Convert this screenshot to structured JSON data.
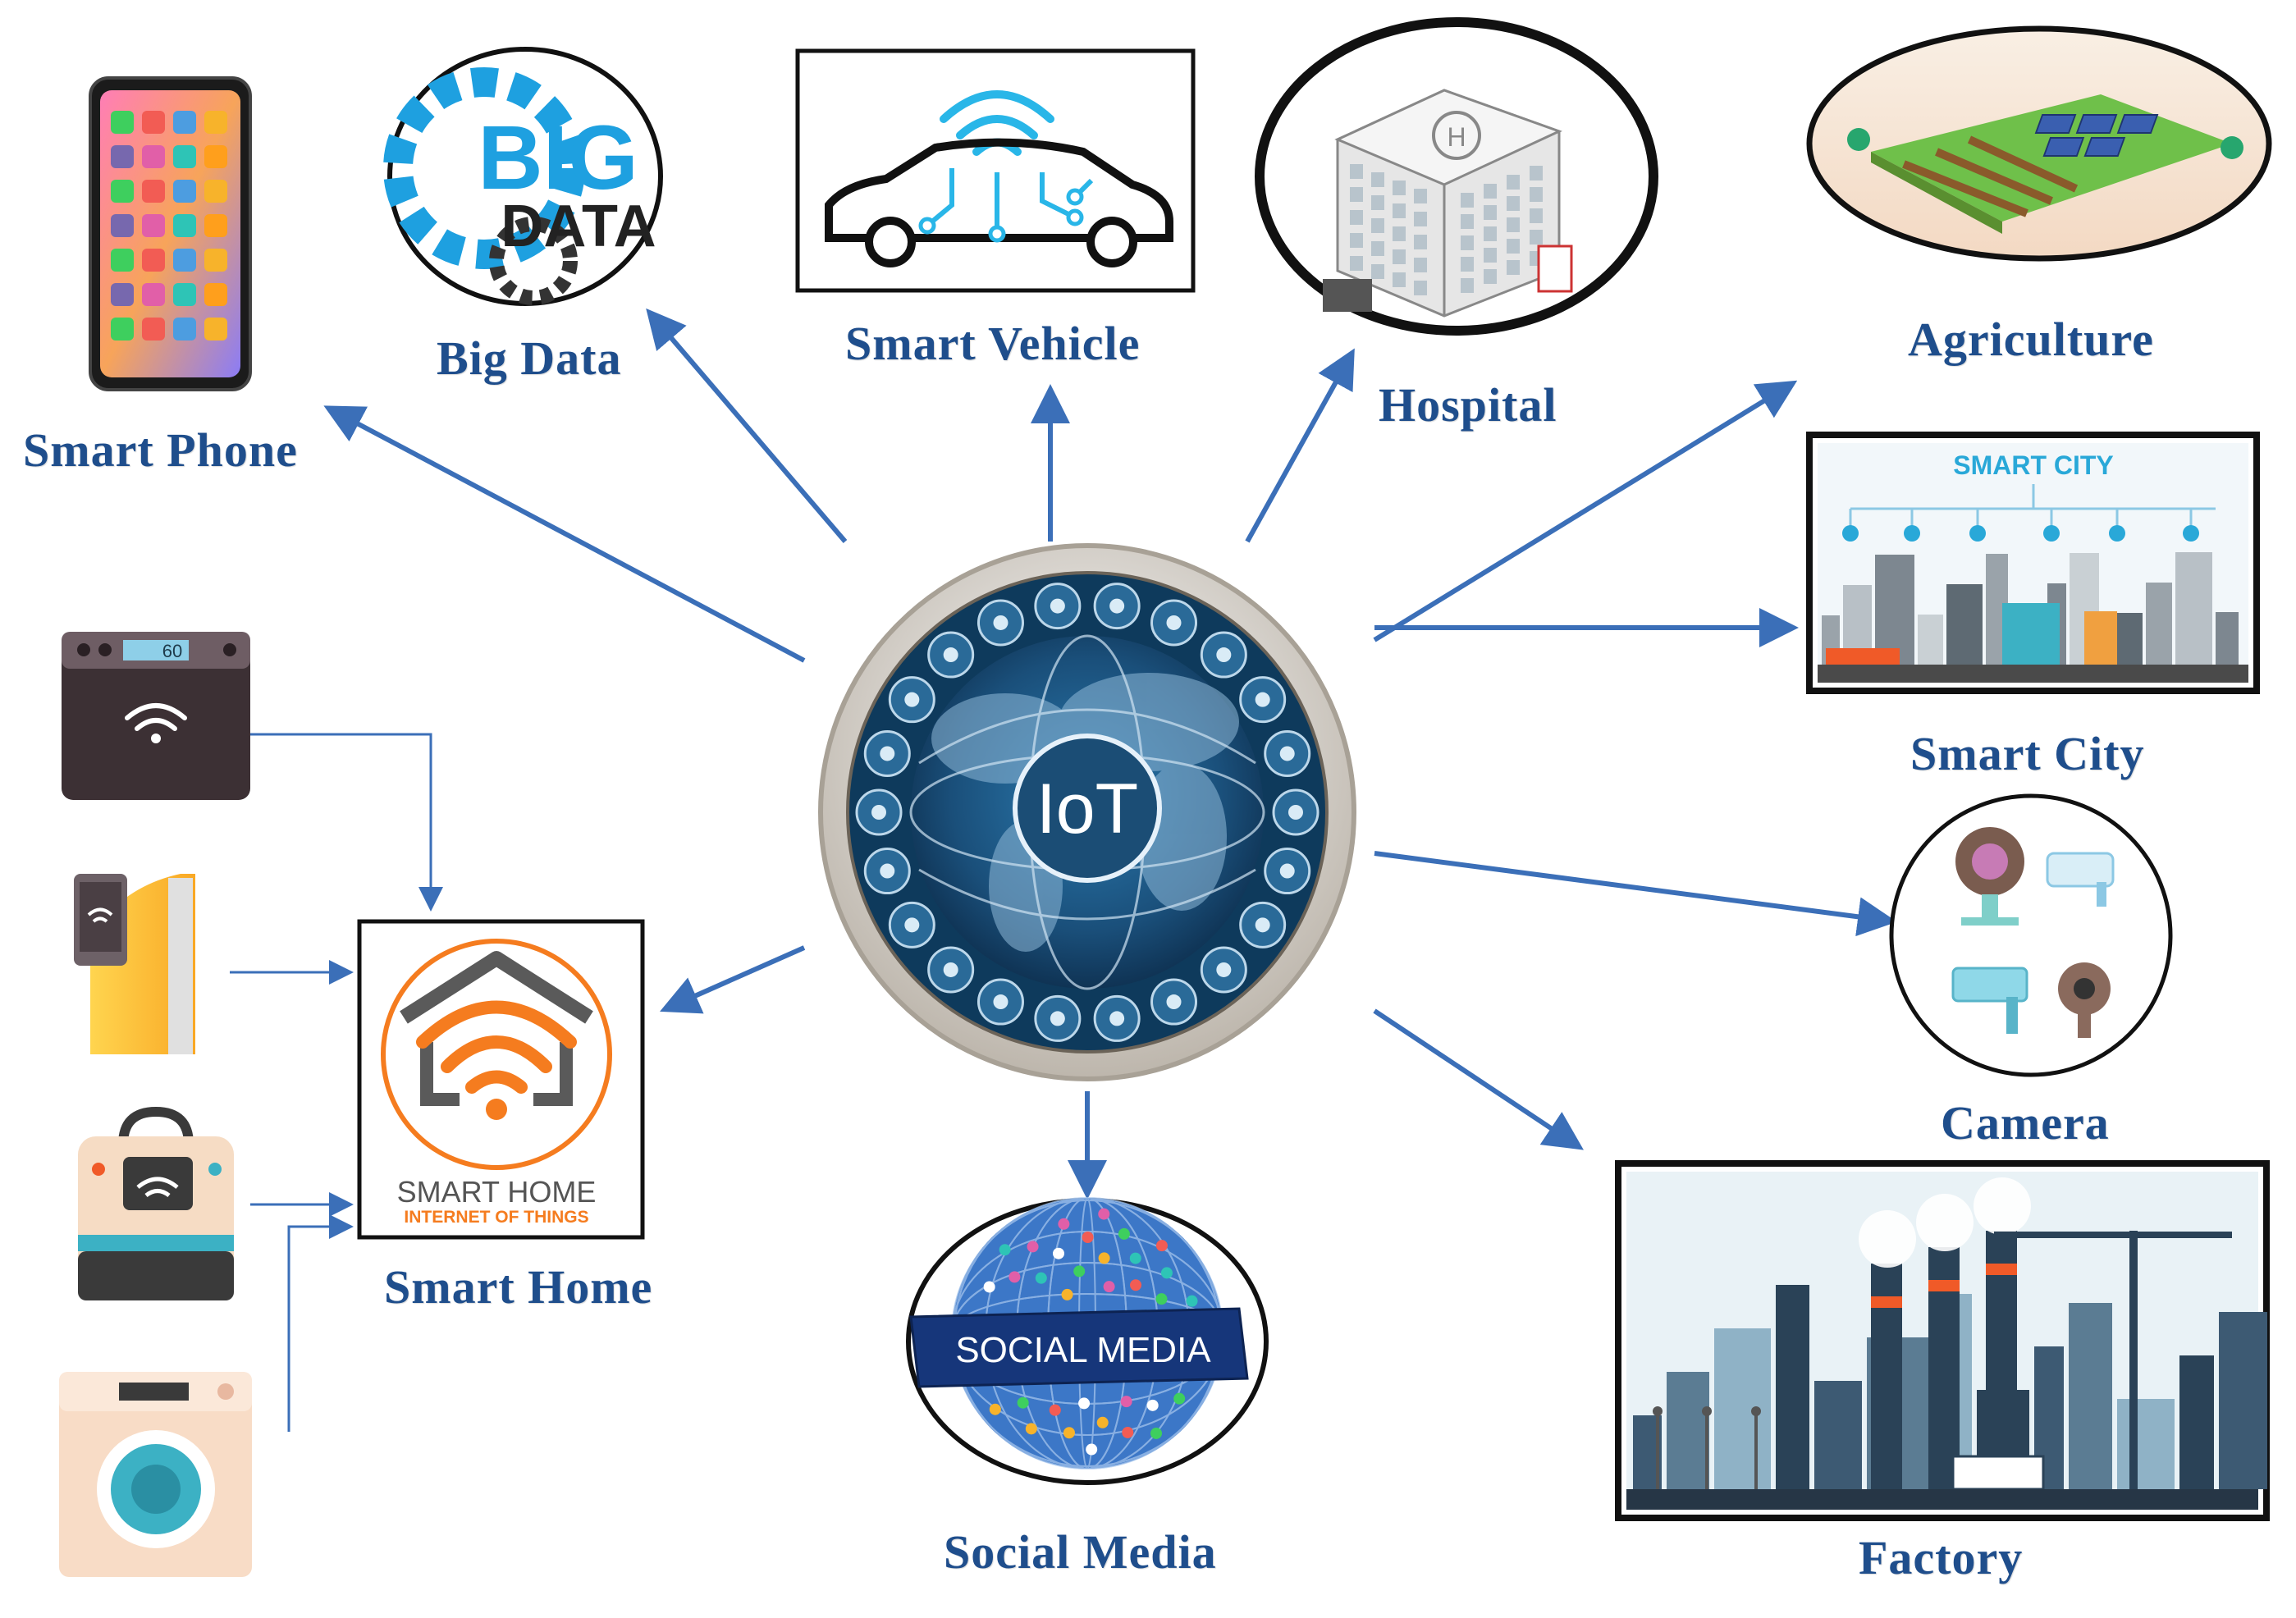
{
  "center": {
    "text": "IoT"
  },
  "nodes": {
    "smart_phone": {
      "label": "Smart Phone"
    },
    "big_data": {
      "label": "Big Data",
      "logo_line1": "BIG",
      "logo_line2": "DATA"
    },
    "smart_vehicle": {
      "label": "Smart Vehicle"
    },
    "hospital": {
      "label": "Hospital"
    },
    "agriculture": {
      "label": "Agriculture"
    },
    "smart_city": {
      "label": "Smart City",
      "banner": "SMART CITY"
    },
    "camera": {
      "label": "Camera"
    },
    "factory": {
      "label": "Factory"
    },
    "social_media": {
      "label": "Social Media",
      "banner": "SOCIAL MEDIA"
    },
    "smart_home": {
      "label": "Smart Home",
      "caption1": "SMART HOME",
      "caption2": "INTERNET OF THINGS"
    }
  },
  "devices": {
    "oven": {
      "display": "60"
    }
  },
  "colors": {
    "arrow": "#3b6fb8",
    "label": "#1f4e8c",
    "hub_ring": "#d9d4cc",
    "hub_globe": "#1d5a86",
    "home_orange": "#f57c1f",
    "home_gray": "#5a5a5a"
  }
}
